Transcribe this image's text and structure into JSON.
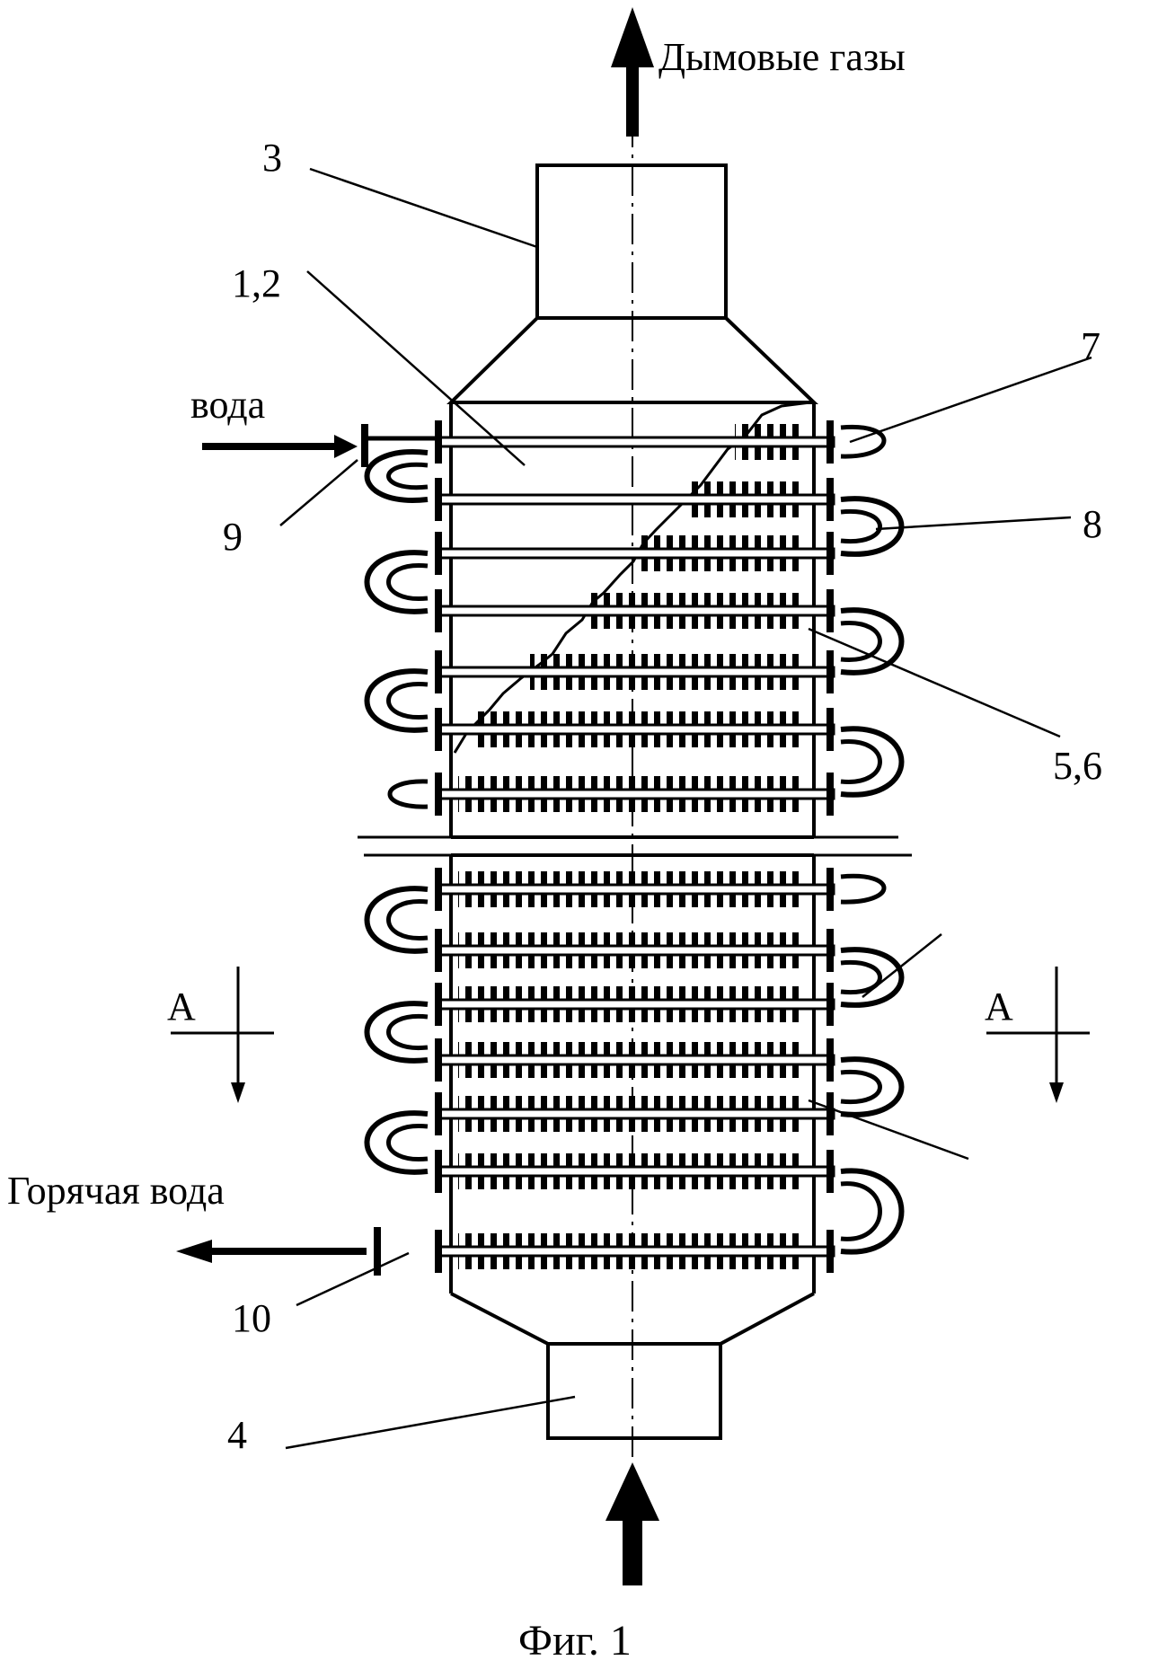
{
  "figure": {
    "caption": "Фиг. 1",
    "ink_color": "#000000",
    "background": "#ffffff"
  },
  "labels": {
    "flue_gas": "Дымовые газы",
    "water_in": "вода",
    "hot_water": "Горячая вода",
    "section_left": "А",
    "section_right": "А"
  },
  "callouts": {
    "n3": "3",
    "n12": "1,2",
    "n7": "7",
    "n9": "9",
    "n8": "8",
    "n56": "5,6",
    "n10": "10",
    "n4": "4"
  },
  "structure": {
    "upper_tube_rows": 7,
    "lower_tube_rows": 7
  }
}
